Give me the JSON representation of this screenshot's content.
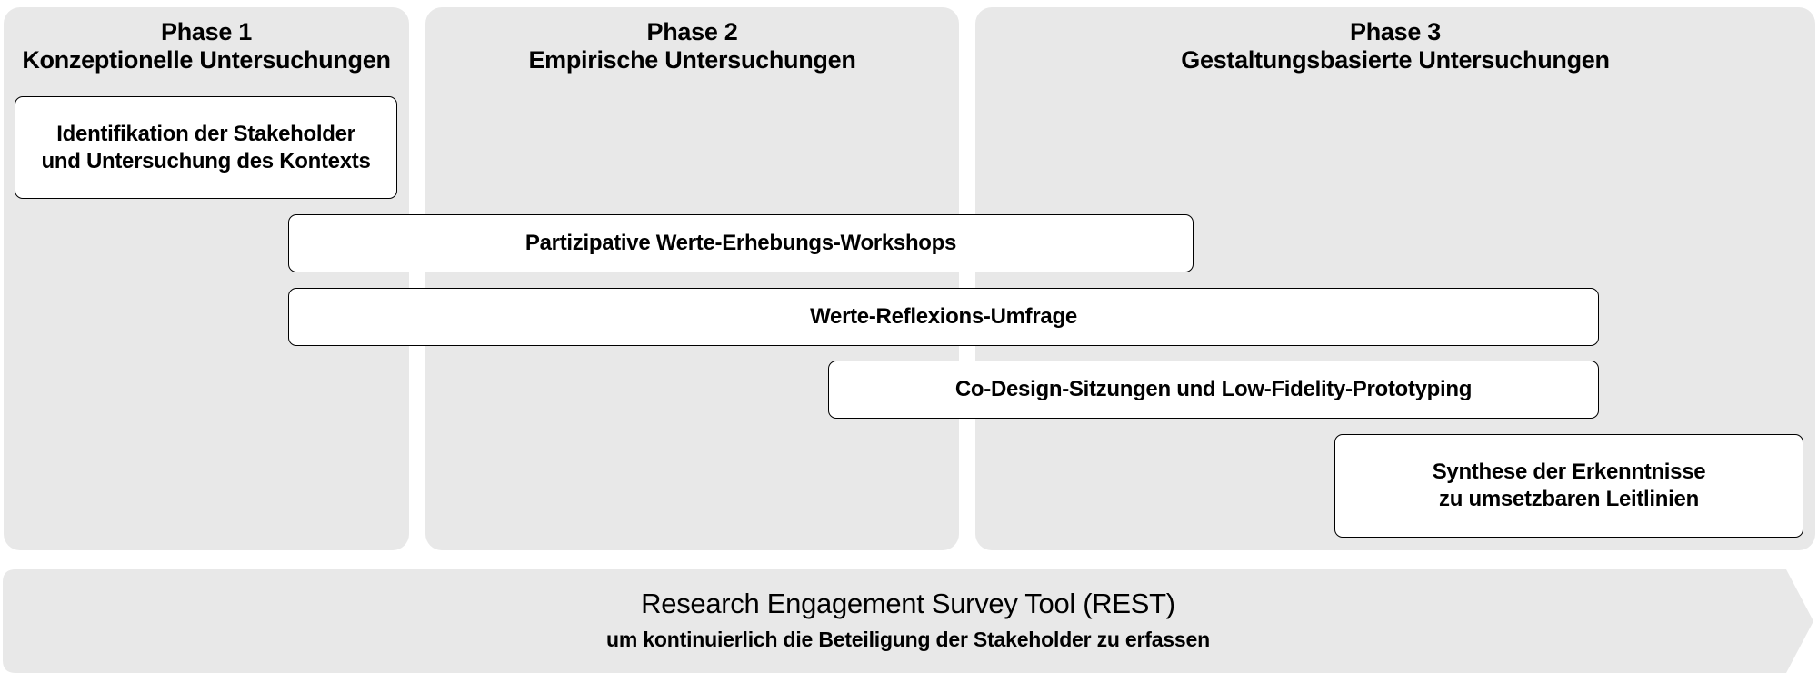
{
  "phases": [
    {
      "line1": "Phase 1",
      "line2": "Konzeptionelle Untersuchungen"
    },
    {
      "line1": "Phase 2",
      "line2": "Empirische Untersuchungen"
    },
    {
      "line1": "Phase 3",
      "line2": "Gestaltungsbasierte Untersuchungen"
    }
  ],
  "activities": [
    {
      "lines": [
        "Identifikation der Stakeholder",
        "und Untersuchung des Kontexts"
      ]
    },
    {
      "lines": [
        "Partizipative Werte-Erhebungs-Workshops"
      ]
    },
    {
      "lines": [
        "Werte-Reflexions-Umfrage"
      ]
    },
    {
      "lines": [
        "Co-Design-Sitzungen und Low-Fidelity-Prototyping"
      ]
    },
    {
      "lines": [
        "Synthese der Erkenntnisse",
        "zu umsetzbaren Leitlinien"
      ]
    }
  ],
  "rest": {
    "title": "Research Engagement Survey Tool (REST)",
    "subtitle": "um kontinuierlich die Beteiligung der Stakeholder zu erfassen"
  },
  "colors": {
    "panel": "#e8e8e8",
    "box_fill": "#ffffff",
    "box_border": "#000000"
  }
}
